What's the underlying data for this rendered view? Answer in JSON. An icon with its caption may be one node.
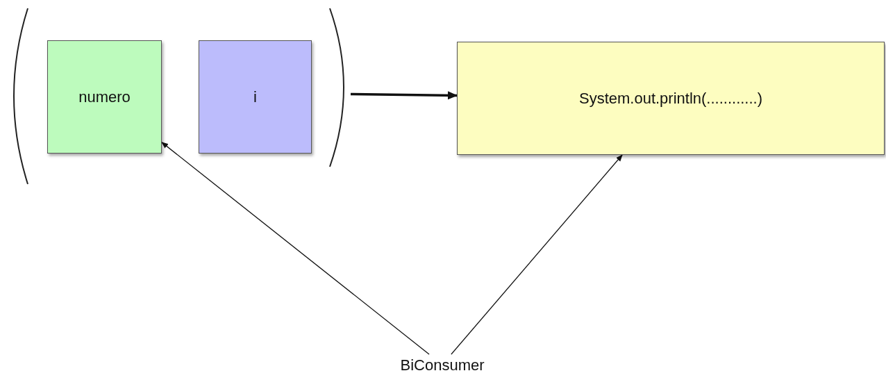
{
  "diagram": {
    "nodes": [
      {
        "text": [],
        "shape": "parentheses"
      },
      {
        "text": [
          "numero"
        ],
        "in": 0
      },
      {
        "text": [
          "i"
        ],
        "in": 0
      },
      {
        "text": [
          "System.out.println(............)"
        ]
      },
      {
        "text": [
          "BiConsumer"
        ]
      }
    ],
    "edges": [
      {
        "from": 0,
        "to": 3,
        "arrow": "to",
        "style": "thick"
      },
      {
        "from": 4,
        "to": 1,
        "arrow": "to"
      },
      {
        "from": 4,
        "to": 3,
        "arrow": "to"
      }
    ]
  }
}
